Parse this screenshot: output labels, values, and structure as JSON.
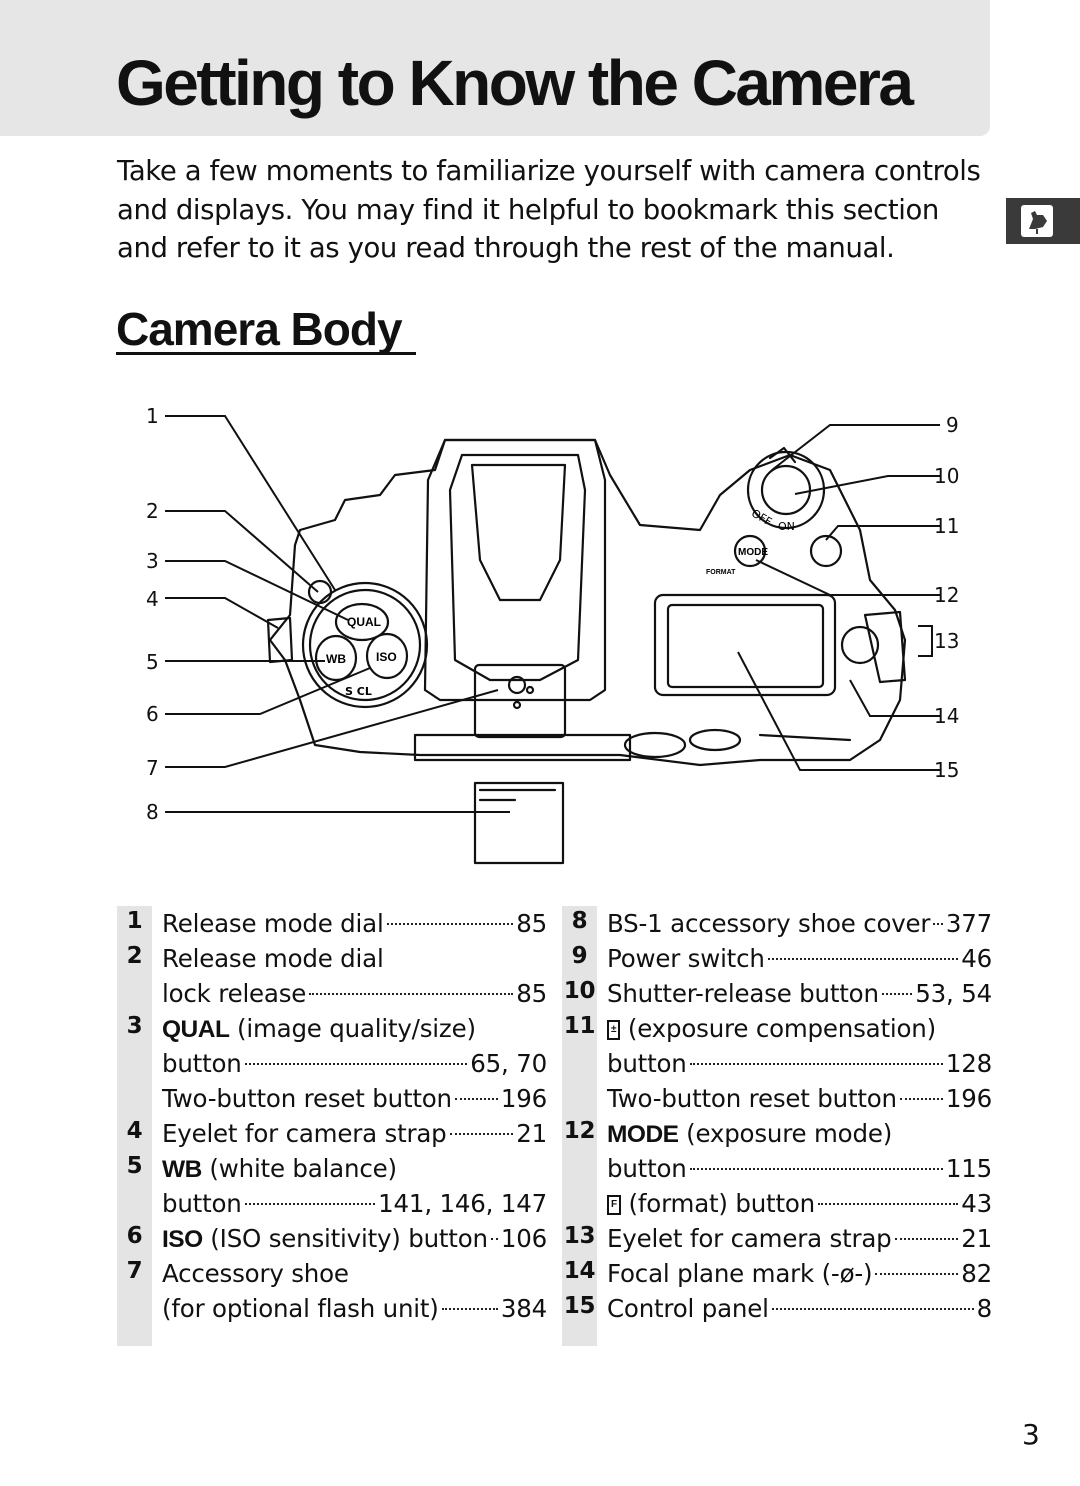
{
  "title": "Getting to Know the Camera",
  "intro": "Take a few moments to familiarize yourself with camera controls and displays.  You may find it helpful to bookmark this section and refer to it as you read through the rest of the manual.",
  "section_title": "Camera Body",
  "figure_numbers": [
    "1",
    "2",
    "3",
    "4",
    "5",
    "6",
    "7",
    "8",
    "9",
    "10",
    "11",
    "12",
    "13",
    "14",
    "15"
  ],
  "figure_labels": {
    "qual": "QUAL",
    "wb": "WB",
    "iso": "ISO",
    "mode": "MODE",
    "format": "FORMAT",
    "off": "OFF",
    "on": "ON"
  },
  "legend_left": [
    {
      "num": "1",
      "lines": [
        {
          "text": "Release mode dial",
          "page": "85"
        }
      ]
    },
    {
      "num": "2",
      "lines": [
        {
          "text": "Release mode dial",
          "page": ""
        },
        {
          "text": "lock release",
          "page": "85"
        }
      ]
    },
    {
      "num": "3",
      "key": "QUAL",
      "lines": [
        {
          "text": " (image quality/size)",
          "page": ""
        },
        {
          "text": "button",
          "page": "65, 70"
        },
        {
          "text": "Two-button reset button",
          "page": "196"
        }
      ]
    },
    {
      "num": "4",
      "lines": [
        {
          "text": "Eyelet for camera strap",
          "page": "21"
        }
      ]
    },
    {
      "num": "5",
      "key": "WB",
      "lines": [
        {
          "text": " (white balance)",
          "page": ""
        },
        {
          "text": "button",
          "page": "141, 146, 147"
        }
      ]
    },
    {
      "num": "6",
      "key": "ISO",
      "lines": [
        {
          "text": " (ISO sensitivity) button",
          "page": "106"
        }
      ]
    },
    {
      "num": "7",
      "lines": [
        {
          "text": "Accessory shoe",
          "page": ""
        },
        {
          "text": "(for optional flash unit)",
          "page": "384"
        }
      ]
    }
  ],
  "legend_right": [
    {
      "num": "8",
      "lines": [
        {
          "text": "BS-1 accessory shoe cover",
          "page": "377"
        }
      ]
    },
    {
      "num": "9",
      "lines": [
        {
          "text": "Power switch",
          "page": "46"
        }
      ]
    },
    {
      "num": "10",
      "lines": [
        {
          "text": "Shutter-release button",
          "page": "53, 54"
        }
      ]
    },
    {
      "num": "11",
      "icon": "exposure-compensation-icon",
      "lines": [
        {
          "text": " (exposure compensation)",
          "page": ""
        },
        {
          "text": "button",
          "page": "128"
        },
        {
          "text": "Two-button reset button",
          "page": "196"
        }
      ]
    },
    {
      "num": "12",
      "key": "MODE",
      "lines": [
        {
          "text": " (exposure mode)",
          "page": ""
        },
        {
          "text": "button",
          "page": "115"
        },
        {
          "text": " (format) button",
          "page": "43",
          "icon": "format-icon"
        }
      ]
    },
    {
      "num": "13",
      "lines": [
        {
          "text": "Eyelet for camera strap",
          "page": "21"
        }
      ]
    },
    {
      "num": "14",
      "lines": [
        {
          "text": "Focal plane mark (-ø-)",
          "page": "82"
        }
      ]
    },
    {
      "num": "15",
      "lines": [
        {
          "text": "Control panel",
          "page": "8"
        }
      ]
    }
  ],
  "page_number": "3"
}
